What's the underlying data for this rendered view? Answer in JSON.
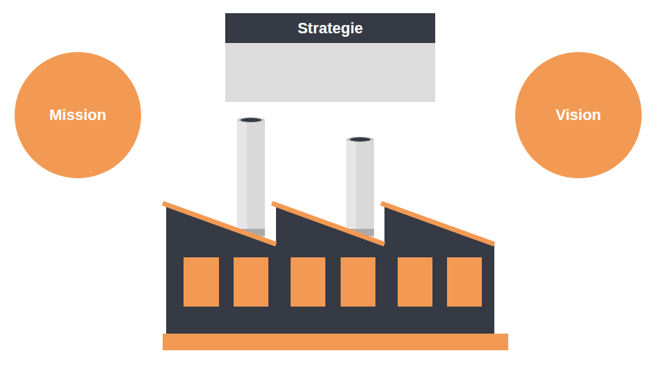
{
  "diagram": {
    "nodes": [
      {
        "text": [
          "Strategie"
        ]
      },
      {
        "text": [
          "Mission"
        ]
      },
      {
        "text": [
          "Vision"
        ]
      }
    ]
  }
}
